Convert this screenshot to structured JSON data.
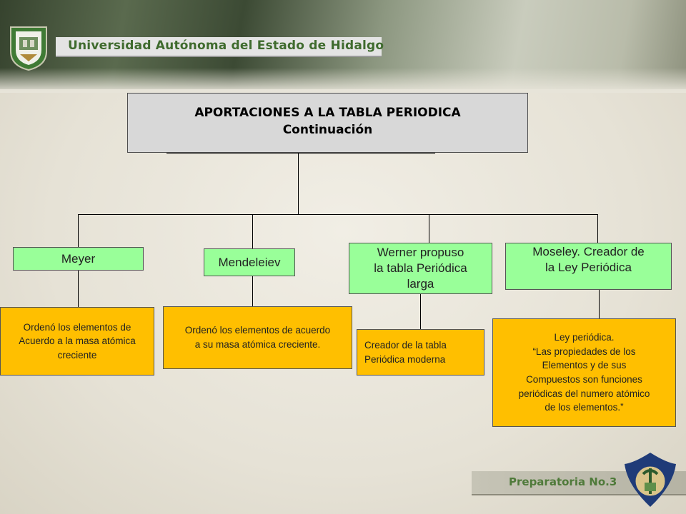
{
  "header": {
    "university": "Universidad Autónoma del Estado de Hidalgo"
  },
  "title": {
    "line1": "APORTACIONES A LA TABLA PERIODICA",
    "line2": "Continuación"
  },
  "scientists": [
    {
      "name": "Meyer",
      "contribution": "Ordenó los elementos de\nAcuerdo a la masa atómica\ncreciente"
    },
    {
      "name": "Mendeleiev",
      "contribution": "Ordenó los elementos de acuerdo\na su masa atómica creciente."
    },
    {
      "name": "Werner propuso\nla tabla Periódica\nlarga",
      "contribution": "Creador de la tabla\nPeriódica moderna"
    },
    {
      "name": "Moseley. Creador de\nla Ley Periódica",
      "contribution": "Ley periódica.\n“Las propiedades de los\nElementos y de sus\nCompuestos son funciones\nperiódicas del numero atómico\nde los elementos.”"
    }
  ],
  "footer": {
    "school": "Preparatoria No.3"
  },
  "colors": {
    "name_box": "#99ff99",
    "contribution_box": "#ffbf00",
    "title_box": "#d8d8d8"
  }
}
